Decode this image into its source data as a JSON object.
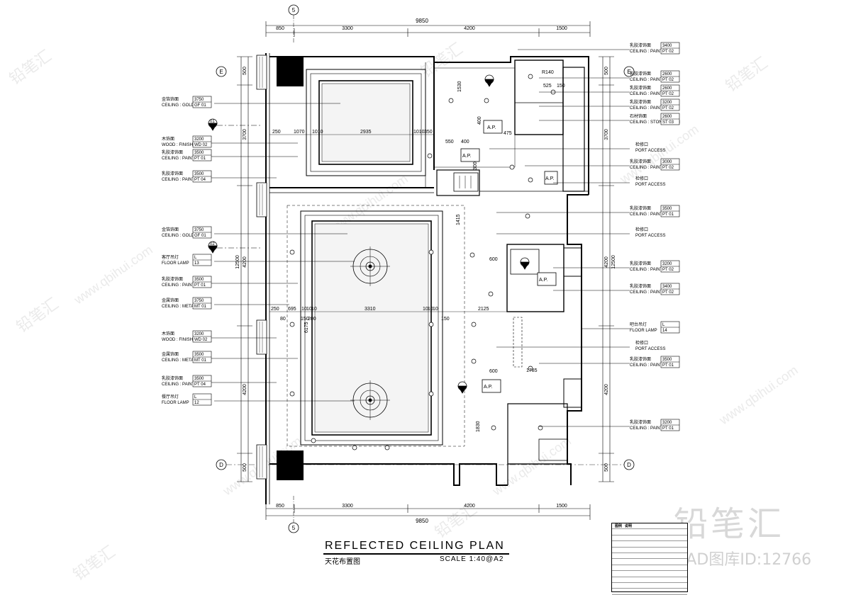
{
  "drawing": {
    "title": "REFLECTED  CEILING  PLAN",
    "subtitle": "天花布置图",
    "scale": "SCALE    1:40@A2",
    "watermark_brand": "铅笔汇",
    "watermark_id": "CAD图库ID:12766",
    "watermark_url": "www.qbihui.com"
  },
  "grid": {
    "col_5": "5",
    "row_E": "E",
    "row_D": "D"
  },
  "dims": {
    "top_total": "9850",
    "top_segments": [
      "850",
      "3300",
      "4200",
      "1500"
    ],
    "bottom_total": "9850",
    "bottom_segments": [
      "850",
      "3300",
      "4200",
      "1500"
    ],
    "left": [
      "500",
      "3700",
      "12500",
      "4200",
      "4200",
      "500"
    ],
    "right": [
      "500",
      "3700",
      "12500",
      "4200",
      "4200",
      "500"
    ],
    "inner_upper": [
      "250",
      "1070",
      "1010",
      "2935",
      "1010",
      "350"
    ],
    "inner_lower": [
      "250",
      "695",
      "10",
      "10",
      "10",
      "3310",
      "10",
      "10",
      "10",
      "2125"
    ],
    "misc": [
      "1530",
      "400",
      "475",
      "550",
      "400",
      "300",
      "1415",
      "600",
      "6175",
      "1785",
      "1830",
      "600",
      "525",
      "150",
      "R140",
      "80",
      "150",
      "200",
      "150"
    ]
  },
  "tags_left": [
    {
      "cn": "金箔饰面",
      "en": "CEILING : GOLD FOIL",
      "ch": "3750",
      "code": "GF 01"
    },
    {
      "cn": "木饰面",
      "en": "WOOD : FINISH",
      "ch": "3200",
      "code": "WD 02"
    },
    {
      "cn": "乳胶漆饰面",
      "en": "CEILING : PAINT",
      "ch": "3500",
      "code": "PT 01"
    },
    {
      "cn": "乳胶漆饰面",
      "en": "CEILING : PAINT",
      "ch": "3500",
      "code": "PT 04"
    },
    {
      "cn": "金箔饰面",
      "en": "CEILING : GOLD FOIL",
      "ch": "3750",
      "code": "GF 01"
    },
    {
      "cn": "客厅吊灯",
      "en": "FLOOR LAMP",
      "ch": "L",
      "code": "13"
    },
    {
      "cn": "乳胶漆饰面",
      "en": "CEILING : PAINT",
      "ch": "3500",
      "code": "PT 01"
    },
    {
      "cn": "金属饰面",
      "en": "CEILING : METAL",
      "ch": "3750",
      "code": "MT 01"
    },
    {
      "cn": "木饰面",
      "en": "WOOD : FINISH",
      "ch": "3200",
      "code": "WD 02"
    },
    {
      "cn": "金属饰面",
      "en": "CEILING : METAL",
      "ch": "3500",
      "code": "MT 01"
    },
    {
      "cn": "乳胶漆饰面",
      "en": "CEILING : PAINT",
      "ch": "3500",
      "code": "PT 04"
    },
    {
      "cn": "餐厅吊灯",
      "en": "FLOOR LAMP",
      "ch": "L",
      "code": "12"
    }
  ],
  "tags_right": [
    {
      "cn": "乳胶漆饰面",
      "en": "CEILING : PAINT",
      "ch": "3400",
      "code": "PT 02"
    },
    {
      "cn": "乳胶漆饰面",
      "en": "CEILING : PAINT",
      "ch": "2600",
      "code": "PT 02"
    },
    {
      "cn": "乳胶漆饰面",
      "en": "CEILING : PAINT",
      "ch": "2600",
      "code": "PT 02"
    },
    {
      "cn": "乳胶漆饰面",
      "en": "CEILING : PAINT",
      "ch": "3200",
      "code": "PT 02"
    },
    {
      "cn": "石材饰面",
      "en": "CEILING : STONE FINISH",
      "ch": "2600",
      "code": "ST 03"
    },
    {
      "cn": "检修口",
      "en": "PORT ACCESS",
      "ch": "",
      "code": ""
    },
    {
      "cn": "乳胶漆饰面",
      "en": "CEILING : PAINT",
      "ch": "3000",
      "code": "PT 02"
    },
    {
      "cn": "检修口",
      "en": "PORT ACCESS",
      "ch": "",
      "code": ""
    },
    {
      "cn": "乳胶漆饰面",
      "en": "CEILING : PAINT",
      "ch": "3500",
      "code": "PT 01"
    },
    {
      "cn": "检修口",
      "en": "PORT ACCESS",
      "ch": "",
      "code": ""
    },
    {
      "cn": "乳胶漆饰面",
      "en": "CEILING : PAINT",
      "ch": "3200",
      "code": "PT 02"
    },
    {
      "cn": "乳胶漆饰面",
      "en": "CEILING : PAINT",
      "ch": "3400",
      "code": "PT 02"
    },
    {
      "cn": "吧台吊灯",
      "en": "FLOOR LAMP",
      "ch": "L",
      "code": "14"
    },
    {
      "cn": "检修口",
      "en": "PORT ACCESS",
      "ch": "",
      "code": ""
    },
    {
      "cn": "乳胶漆饰面",
      "en": "CEILING : PAINT",
      "ch": "3500",
      "code": "PT 01"
    },
    {
      "cn": "乳胶漆饰面",
      "en": "CEILING : PAINT",
      "ch": "3200",
      "code": "PT 01"
    }
  ],
  "annotations": {
    "ap": "A.P.",
    "section_marks": [
      "01",
      "02"
    ]
  },
  "legend": {
    "header": [
      "图例",
      "说明"
    ],
    "rows": [
      "",
      "",
      "",
      "",
      "",
      "",
      "",
      "",
      "",
      "",
      ""
    ]
  }
}
